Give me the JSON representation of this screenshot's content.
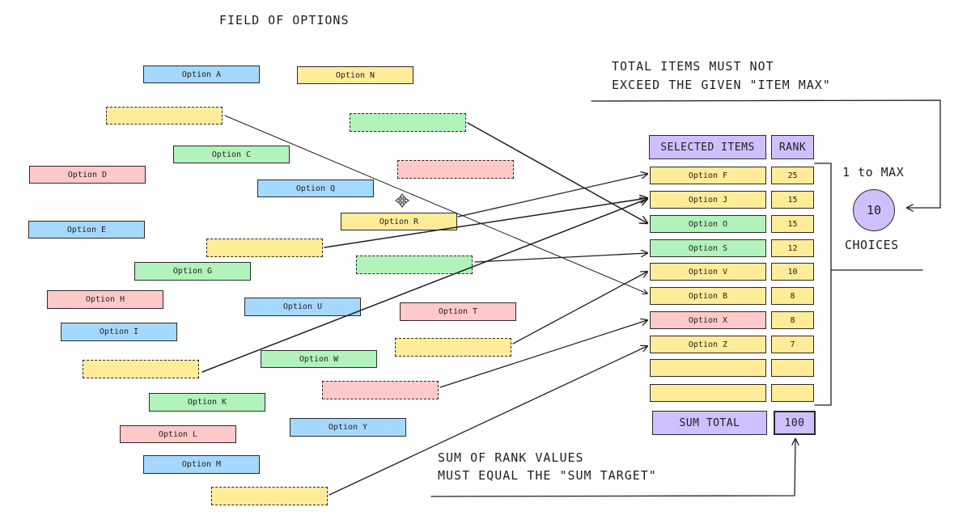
{
  "title": "FIELD OF OPTIONS",
  "field_options": [
    {
      "id": "a",
      "label": "Option A",
      "color": "#a5d8ff"
    },
    {
      "id": "n",
      "label": "Option N",
      "color": "#ffec99"
    },
    {
      "id": "c",
      "label": "Option C",
      "color": "#b2f2bb"
    },
    {
      "id": "d",
      "label": "Option D",
      "color": "#ffc9c9"
    },
    {
      "id": "q",
      "label": "Option Q",
      "color": "#a5d8ff"
    },
    {
      "id": "r",
      "label": "Option R",
      "color": "#ffec99"
    },
    {
      "id": "e",
      "label": "Option E",
      "color": "#a5d8ff"
    },
    {
      "id": "g",
      "label": "Option G",
      "color": "#b2f2bb"
    },
    {
      "id": "h",
      "label": "Option H",
      "color": "#ffc9c9"
    },
    {
      "id": "u",
      "label": "Option U",
      "color": "#a5d8ff"
    },
    {
      "id": "t",
      "label": "Option T",
      "color": "#ffc9c9"
    },
    {
      "id": "i",
      "label": "Option I",
      "color": "#a5d8ff"
    },
    {
      "id": "w",
      "label": "Option W",
      "color": "#b2f2bb"
    },
    {
      "id": "k",
      "label": "Option K",
      "color": "#b2f2bb"
    },
    {
      "id": "y",
      "label": "Option Y",
      "color": "#a5d8ff"
    },
    {
      "id": "l",
      "label": "Option L",
      "color": "#ffc9c9"
    },
    {
      "id": "m",
      "label": "Option M",
      "color": "#a5d8ff"
    }
  ],
  "table": {
    "header_items": "SELECTED ITEMS",
    "header_rank": "RANK",
    "rows": [
      {
        "label": "Option F",
        "rank": "25",
        "color": "#ffec99"
      },
      {
        "label": "Option J",
        "rank": "15",
        "color": "#ffec99"
      },
      {
        "label": "Option O",
        "rank": "15",
        "color": "#b2f2bb"
      },
      {
        "label": "Option S",
        "rank": "12",
        "color": "#b2f2bb"
      },
      {
        "label": "Option V",
        "rank": "10",
        "color": "#ffec99"
      },
      {
        "label": "Option B",
        "rank": "8",
        "color": "#ffec99"
      },
      {
        "label": "Option X",
        "rank": "8",
        "color": "#ffc9c9"
      },
      {
        "label": "Option Z",
        "rank": "7",
        "color": "#ffec99"
      },
      {
        "label": "",
        "rank": "",
        "color": "#ffec99"
      },
      {
        "label": "",
        "rank": "",
        "color": "#ffec99"
      }
    ],
    "sum_label": "SUM TOTAL",
    "sum_value": "100"
  },
  "notes": {
    "item_max_line1": "TOTAL ITEMS MUST NOT",
    "item_max_line2": "EXCEED THE GIVEN \"ITEM MAX\"",
    "range_label": "1 to MAX",
    "max_value": "10",
    "choices_label": "CHOICES",
    "sum_line1": "SUM OF RANK VALUES",
    "sum_line2": "MUST EQUAL THE \"SUM TARGET\""
  },
  "colors": {
    "blue": "#a5d8ff",
    "yellow": "#ffec99",
    "green": "#b2f2bb",
    "red": "#ffc9c9",
    "purple": "#d0bfff",
    "stroke": "#1e1e1e"
  }
}
